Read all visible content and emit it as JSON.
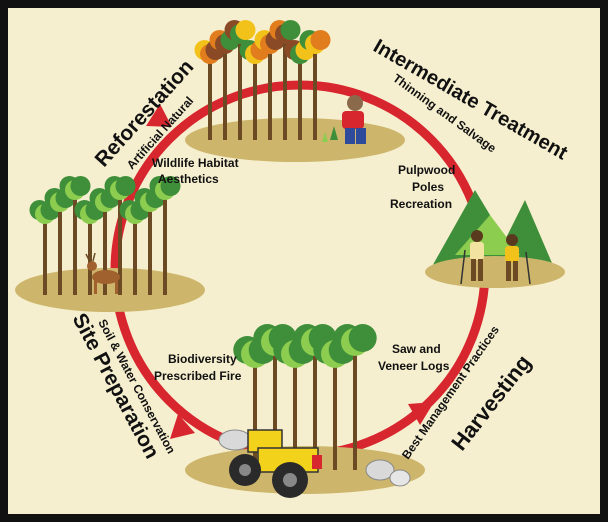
{
  "colors": {
    "background": "#f6efcf",
    "frame": "#111111",
    "arrow": "#d8262f",
    "ground": "#cdb66b",
    "trunk": "#6b4a24",
    "foliage": "#3f8f3a",
    "foliage_light": "#8ccc4f",
    "autumn_yellow": "#f2c21b",
    "autumn_orange": "#e17d1d",
    "autumn_brown": "#8a4a26",
    "machine": "#f2d21a"
  },
  "stages": {
    "reforestation": {
      "title": "Reforestation",
      "sub": "Artificial  Natural"
    },
    "intermediate": {
      "title": "Intermediate Treatment",
      "sub": "Thinning and Salvage"
    },
    "harvesting": {
      "title": "Harvesting",
      "sub": "Best Management Practices"
    },
    "site_prep": {
      "title": "Site Preparation",
      "sub": "Soil & Water Conservation"
    }
  },
  "benefits": {
    "wildlife": [
      "Wildlife Habitat",
      "Aesthetics"
    ],
    "products_top": [
      "Pulpwood",
      "Poles",
      "Recreation"
    ],
    "products_bottom": [
      "Saw and",
      "Veneer Logs"
    ],
    "biodiversity": [
      "Biodiversity",
      "Prescribed Fire"
    ]
  },
  "icons": {
    "planting": "person-planting-seedling-icon",
    "hikers": "hikers-icon",
    "deer": "deer-icon",
    "bulldozer": "bulldozer-icon"
  }
}
